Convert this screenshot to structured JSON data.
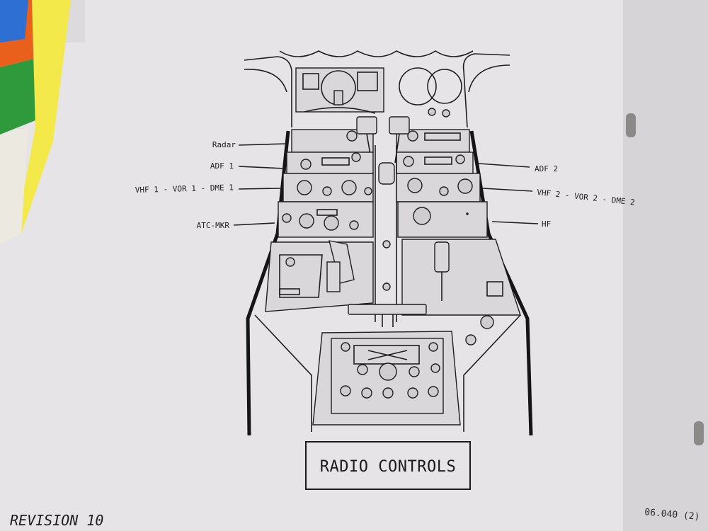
{
  "figure": {
    "title": "RADIO CONTROLS",
    "revision": "REVISION 10",
    "page_number": "06.040 (2)"
  },
  "labels": {
    "left": [
      "Radar",
      "ADF 1",
      "VHF 1 - VOR 1 - DME 1",
      "ATC-MKR"
    ],
    "right": [
      "ADF 2",
      "VHF 2 - VOR 2 - DME 2",
      "HF"
    ]
  },
  "colors": {
    "page": "#e6e4e6",
    "ink": "#1e1e22",
    "tab_orange": "#e8601c",
    "tab_green": "#2e9a3c",
    "tab_yellow": "#f4e94a",
    "tab_blue": "#2d6fd2"
  }
}
